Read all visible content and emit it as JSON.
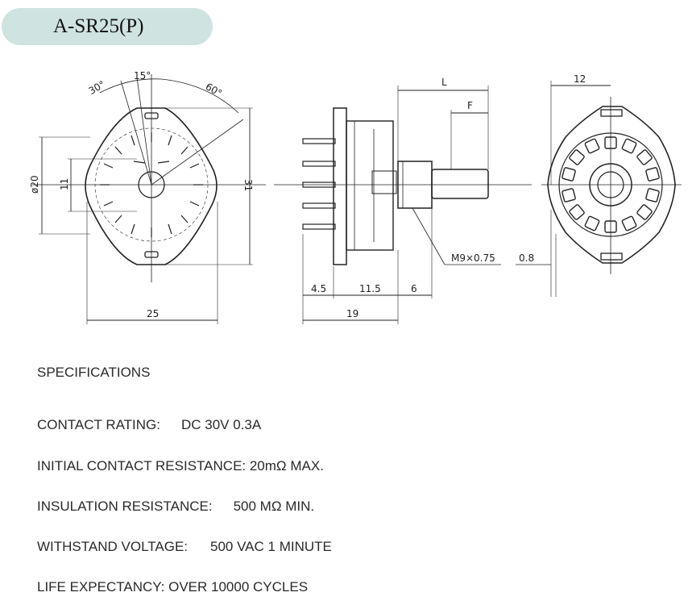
{
  "header": {
    "title": "A-SR25(P)"
  },
  "drawing": {
    "front_view": {
      "angle_30": "30°",
      "angle_15": "15°",
      "angle_60": "60°",
      "dim_diameter": "ø20",
      "dim_11": "11",
      "dim_31": "31",
      "dim_25": "25"
    },
    "side_view": {
      "dim_L": "L",
      "dim_F": "F",
      "thread": "M9×0.75",
      "dim_45": "4.5",
      "dim_115": "11.5",
      "dim_6": "6",
      "dim_19": "19"
    },
    "rear_view": {
      "dim_12": "12",
      "dim_08": "0.8"
    }
  },
  "specifications": {
    "heading": "SPECIFICATIONS",
    "contact_rating_label": "CONTACT RATING:",
    "contact_rating_value": "DC 30V 0.3A",
    "initial_resistance": "INITIAL CONTACT RESISTANCE: 20mΩ MAX.",
    "insulation_label": "INSULATION RESISTANCE:",
    "insulation_value": "500 MΩ MIN.",
    "withstand_label": "WITHSTAND VOLTAGE:",
    "withstand_value": "500 VAC 1 MINUTE",
    "life_expectancy": "LIFE EXPECTANCY: OVER 10000 CYCLES"
  }
}
